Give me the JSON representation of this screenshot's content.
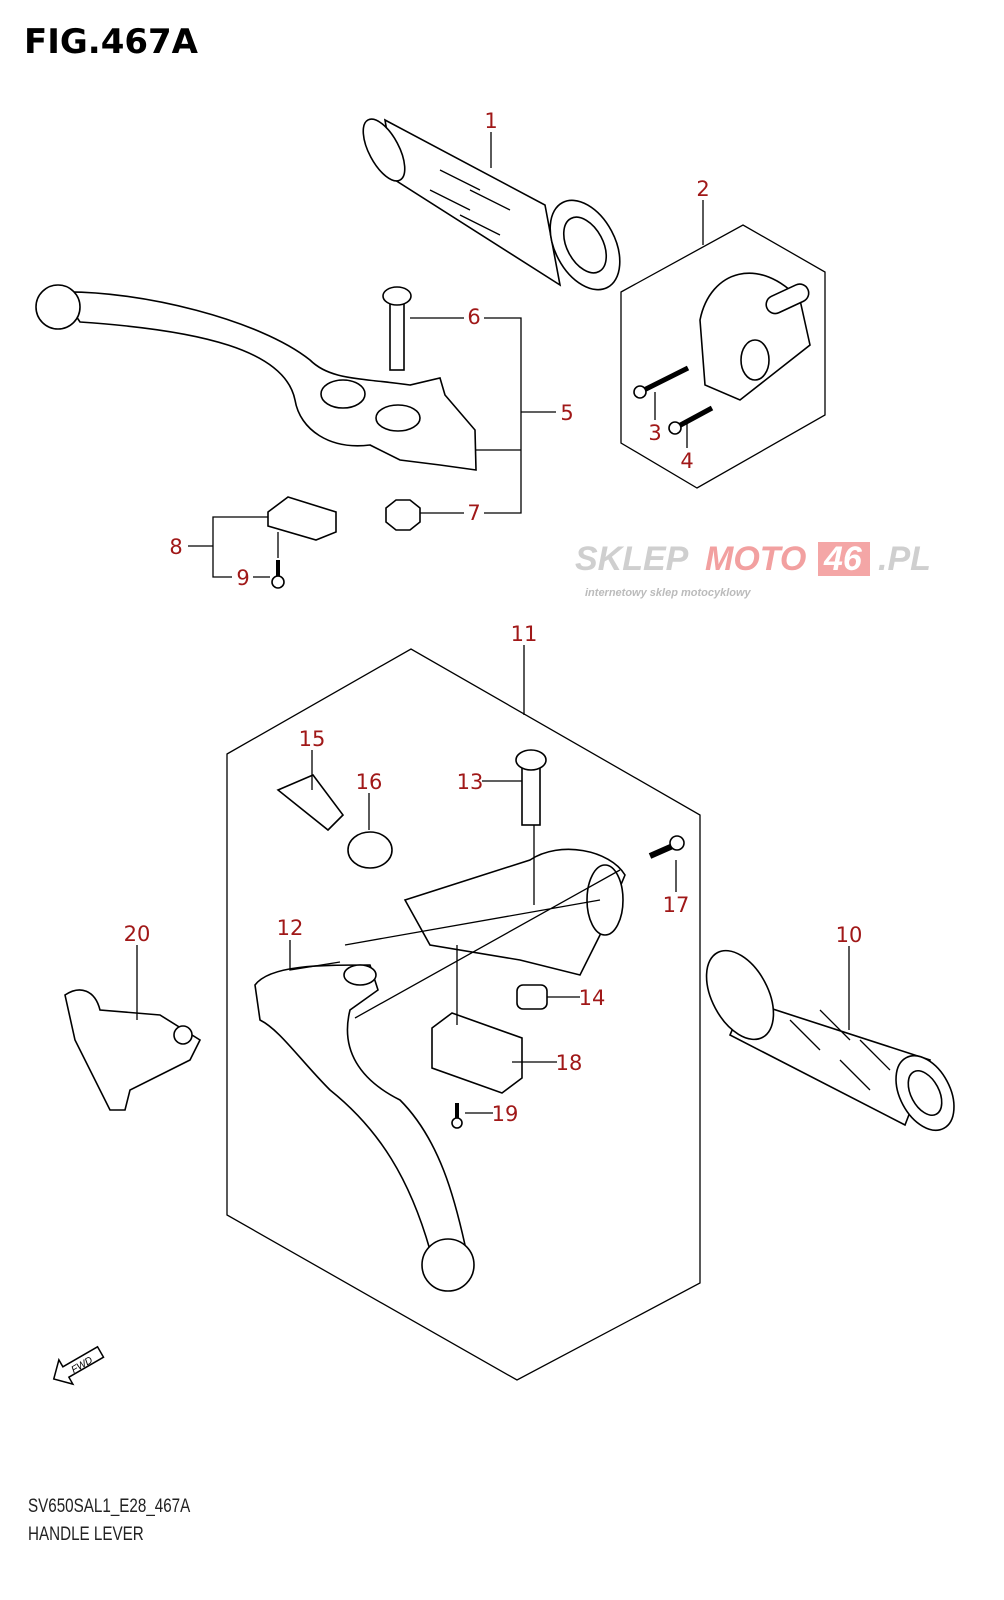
{
  "figure": {
    "title": "FIG.467A",
    "code": "SV650SAL1_E28_467A",
    "name": "HANDLE LEVER"
  },
  "watermark": {
    "text_a": "SKLEP",
    "text_b": "MOTO",
    "text_c": "46",
    "text_d": ".PL",
    "subtitle": "internetowy sklep motocyklowy",
    "accent_color": "#f08080"
  },
  "fwd_label": "FWD",
  "label_color": "#a01818",
  "callouts": [
    "1",
    "2",
    "3",
    "4",
    "5",
    "6",
    "7",
    "8",
    "9",
    "10",
    "11",
    "12",
    "13",
    "14",
    "15",
    "16",
    "17",
    "18",
    "19",
    "20"
  ]
}
